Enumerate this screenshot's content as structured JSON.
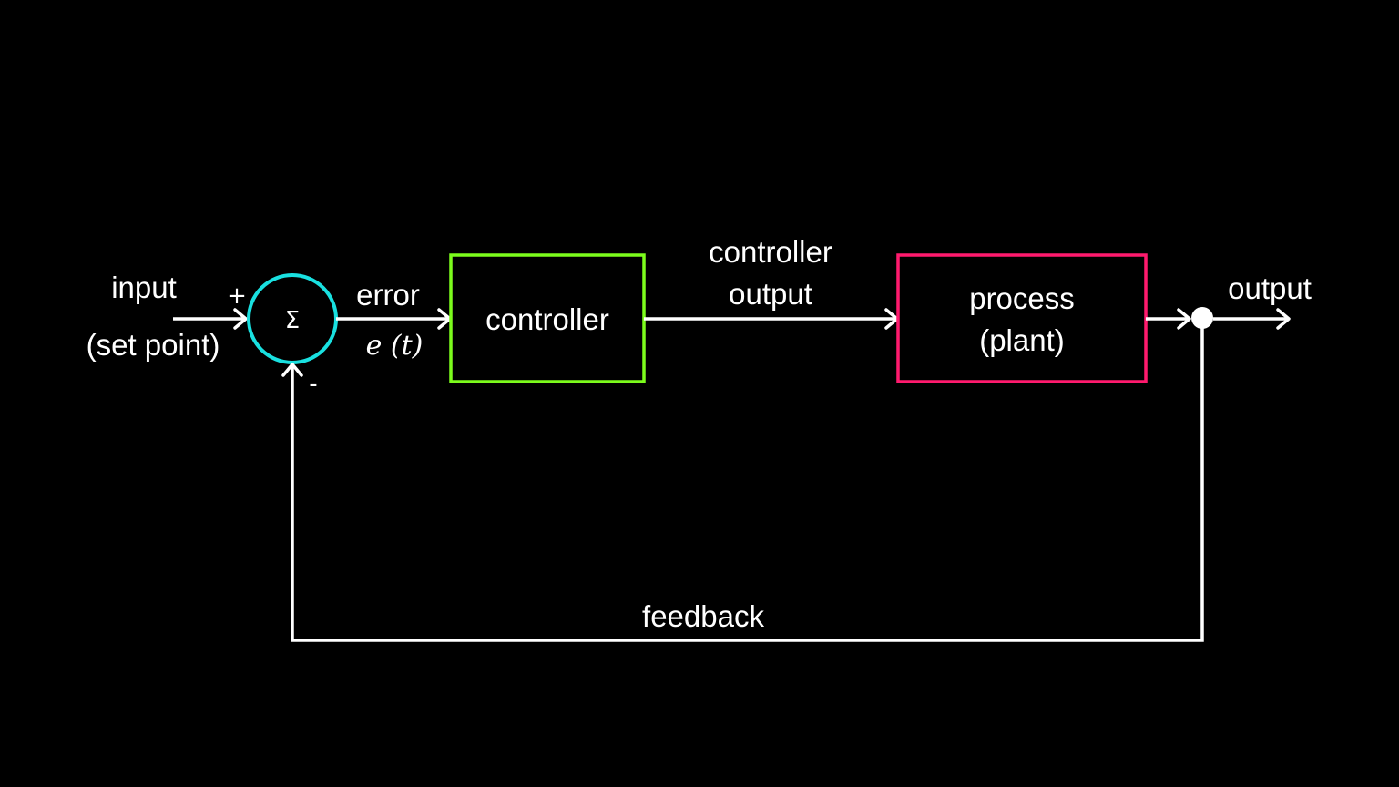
{
  "colors": {
    "background": "#000000",
    "line": "#ffffff",
    "summing_junction": "#19e0e0",
    "controller": "#7cfc1c",
    "process": "#ff1a6e"
  },
  "labels": {
    "input": "input",
    "set_point": "(set point)",
    "plus_sign": "+",
    "minus_sign": "-",
    "sum_symbol": "Σ",
    "error": "error",
    "error_math": "e (t)",
    "controller_output_line1": "controller",
    "controller_output_line2": "output",
    "output": "output",
    "feedback": "feedback"
  },
  "blocks": {
    "controller": "controller",
    "process_line1": "process",
    "process_line2": "(plant)"
  }
}
